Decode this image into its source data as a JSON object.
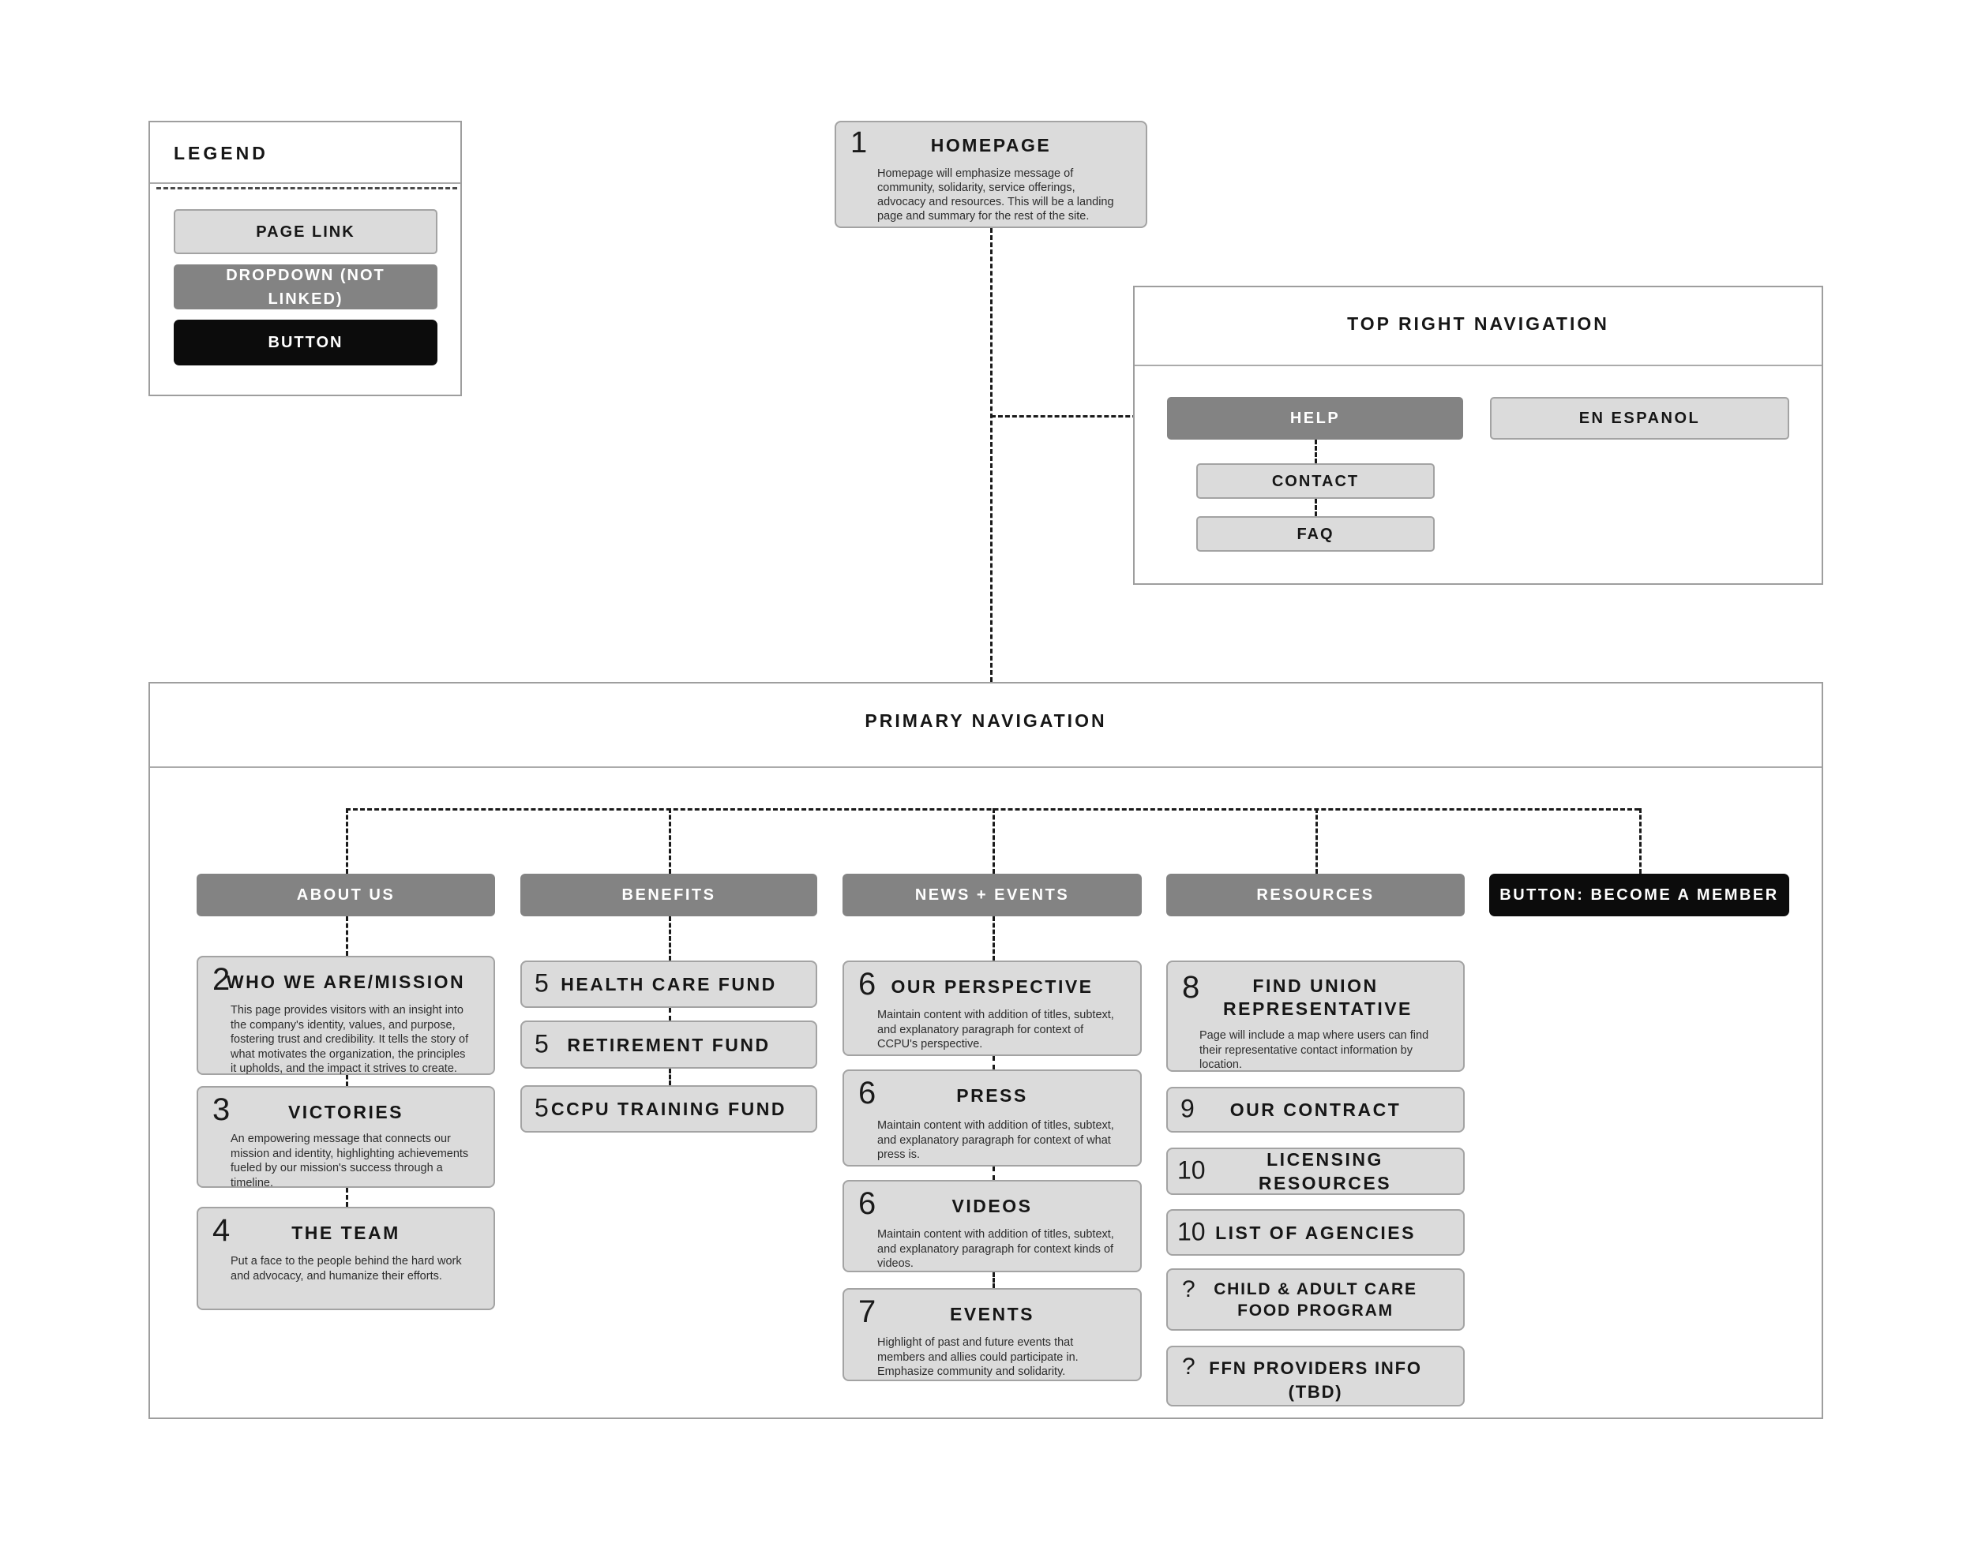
{
  "legend": {
    "title": "LEGEND",
    "page_link_label": "PAGE LINK",
    "dropdown_label": "DROPDOWN (NOT LINKED)",
    "button_label": "BUTTON"
  },
  "homepage": {
    "number": "1",
    "title": "HOMEPAGE",
    "description": "Homepage will emphasize message of community, solidarity, service offerings, advocacy and resources. This will be a landing page and summary for the rest of the site."
  },
  "top_right_nav": {
    "title": "TOP RIGHT NAVIGATION",
    "help_label": "HELP",
    "en_espanol_label": "EN ESPANOL",
    "contact_label": "CONTACT",
    "faq_label": "FAQ"
  },
  "primary_nav": {
    "title": "PRIMARY NAVIGATION",
    "about_label": "ABOUT US",
    "benefits_label": "BENEFITS",
    "news_label": "NEWS + EVENTS",
    "resources_label": "RESOURCES",
    "member_button_label": "BUTTON: BECOME A MEMBER",
    "about_pages": [
      {
        "number": "2",
        "title": "WHO WE ARE/MISSION",
        "description": "This page provides visitors with an insight into the company's identity, values, and purpose, fostering trust and credibility. It tells the story of what motivates the organization, the principles it upholds, and the impact it strives to create."
      },
      {
        "number": "3",
        "title": "VICTORIES",
        "description": "An empowering message that connects our mission and identity, highlighting achievements fueled by our mission's success through a timeline."
      },
      {
        "number": "4",
        "title": "THE TEAM",
        "description": "Put a face to the people behind the hard work and advocacy, and humanize their efforts."
      }
    ],
    "benefits_pages": [
      {
        "number": "5",
        "title": "HEALTH CARE FUND"
      },
      {
        "number": "5",
        "title": "RETIREMENT FUND"
      },
      {
        "number": "5",
        "title": "CCPU TRAINING FUND"
      }
    ],
    "news_pages": [
      {
        "number": "6",
        "title": "OUR PERSPECTIVE",
        "description": "Maintain content with addition of titles, subtext, and explanatory paragraph for context of CCPU's perspective."
      },
      {
        "number": "6",
        "title": "PRESS",
        "description": "Maintain content with addition of titles, subtext, and explanatory paragraph for context of what press is."
      },
      {
        "number": "6",
        "title": "VIDEOS",
        "description": "Maintain content with addition of titles, subtext, and explanatory paragraph for context kinds of videos."
      },
      {
        "number": "7",
        "title": "EVENTS",
        "description": "Highlight of past and future events that members and allies could participate in. Emphasize community and solidarity."
      }
    ],
    "resources_pages": [
      {
        "number": "8",
        "title": "FIND UNION REPRESENTATIVE",
        "description": "Page will include a map where users can find their representative contact information by location."
      },
      {
        "number": "9",
        "title": "OUR CONTRACT"
      },
      {
        "number": "10",
        "title": "LICENSING RESOURCES"
      },
      {
        "number": "10",
        "title": "LIST OF AGENCIES"
      },
      {
        "number": "?",
        "title": "CHILD & ADULT CARE FOOD PROGRAM"
      },
      {
        "number": "?",
        "title": "FFN PROVIDERS INFO (TBD)"
      }
    ]
  },
  "colors": {
    "page_link_bg": "#dbdbdb",
    "dropdown_bg": "#838383",
    "button_bg": "#0c0c0c",
    "node_border": "#a3a3a3",
    "container_border": "#9e9e9e",
    "connector": "#1a1a1a",
    "text": "#161616"
  }
}
